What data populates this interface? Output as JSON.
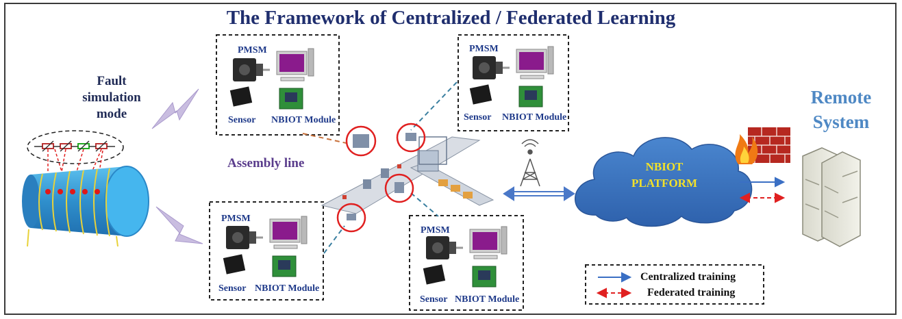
{
  "title": "The Framework of  Centralized / Federated Learning",
  "fault_lines": [
    "Fault",
    "simulation",
    "mode"
  ],
  "remote_lines": [
    "Remote",
    "System"
  ],
  "assembly_label": "Assembly line",
  "platform_lines": [
    "NBIOT",
    "PLATFORM"
  ],
  "modules": [
    {
      "pmsm": "PMSM",
      "sensor": "Sensor",
      "nbiot": "NBIOT Module"
    },
    {
      "pmsm": "PMSM",
      "sensor": "Sensor",
      "nbiot": "NBIOT Module"
    },
    {
      "pmsm": "PMSM",
      "sensor": "Sensor",
      "nbiot": "NBIOT Module"
    },
    {
      "pmsm": "PMSM",
      "sensor": "Sensor",
      "nbiot": "NBIOT Module"
    }
  ],
  "legend": {
    "centralized": "Centralized training",
    "federated": "Federated training"
  },
  "colors": {
    "title": "#1f2e6e",
    "cloud": "#3f78c4",
    "cylinder": "#3aa0d8",
    "centralized_arrow": "#3a6fc4",
    "federated_arrow": "#e02020",
    "lightning": "#c4b6dd"
  }
}
